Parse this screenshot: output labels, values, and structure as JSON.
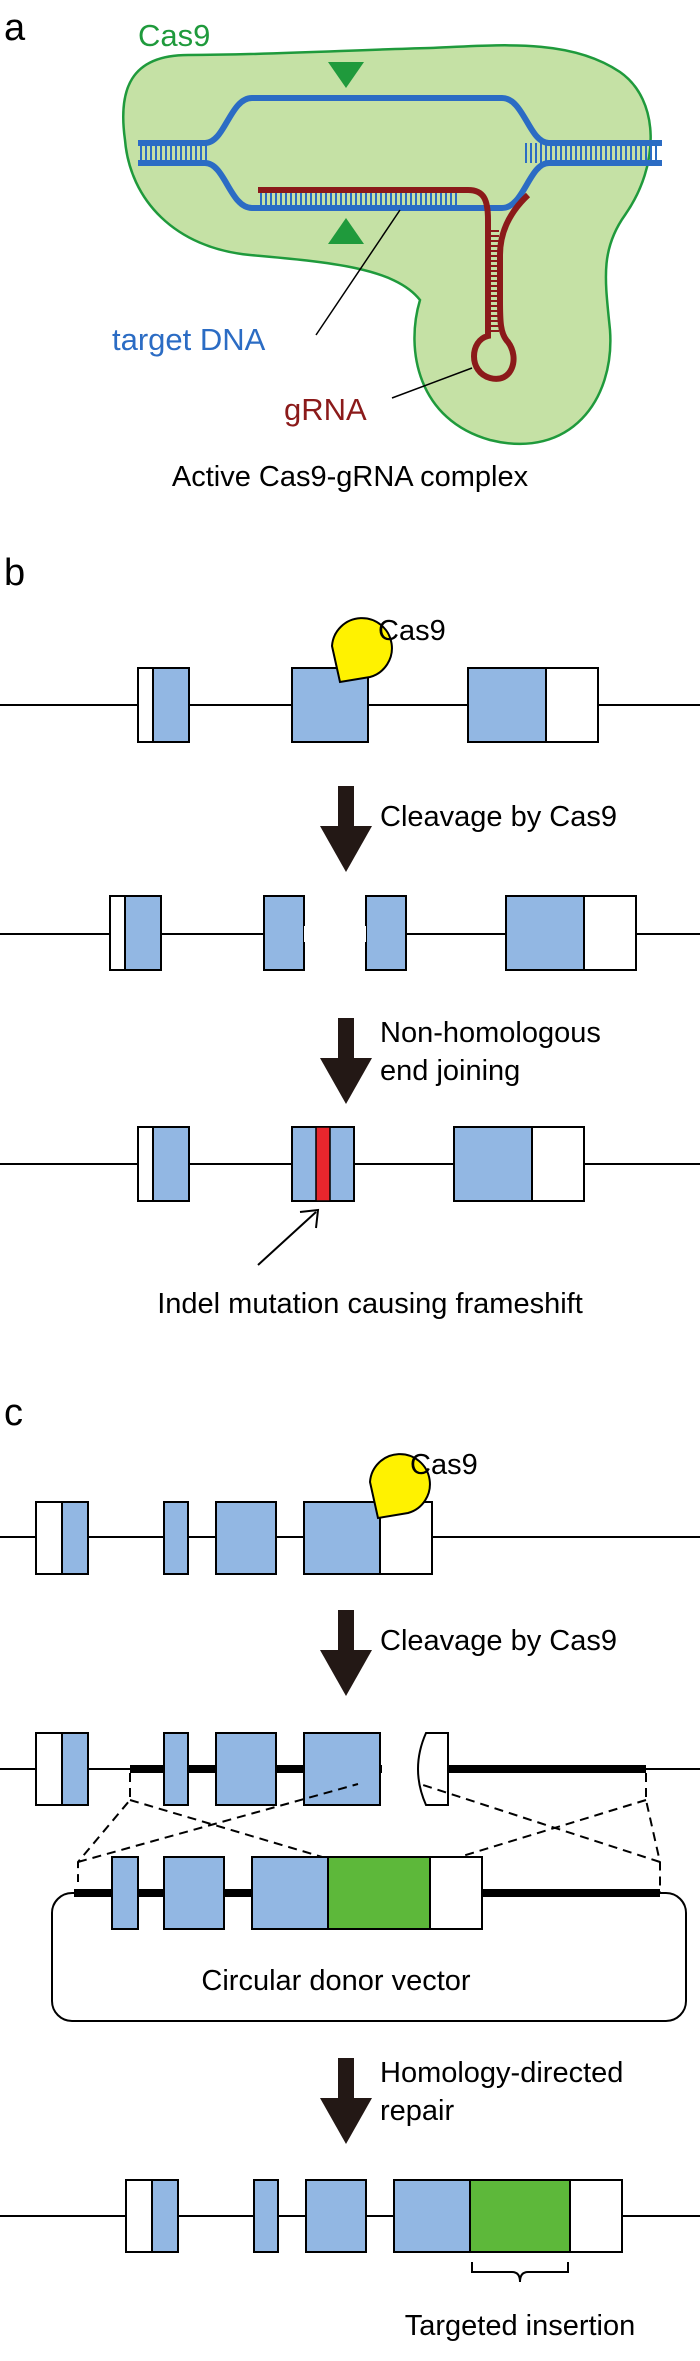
{
  "colors": {
    "cas9_fill": "#c5e1a5",
    "cas9_stroke": "#1f9a3c",
    "dna_blue": "#2b6cc4",
    "rna_red": "#8b1a1a",
    "exon_blue": "#92b7e3",
    "insert_green": "#5db83a",
    "indel_red": "#e8262d",
    "cas9_yellow": "#fff200",
    "arrow": "#231815"
  },
  "panel_a": {
    "letter": "a",
    "cas9_label": "Cas9",
    "target_dna_label": "target DNA",
    "grna_label": "gRNA",
    "caption": "Active Cas9-gRNA complex"
  },
  "panel_b": {
    "letter": "b",
    "cas9_label": "Cas9",
    "step1": "Cleavage by Cas9",
    "step2_line1": "Non-homologous",
    "step2_line2": "end joining",
    "indel_label": "Indel mutation causing frameshift"
  },
  "panel_c": {
    "letter": "c",
    "cas9_label": "Cas9",
    "step1": "Cleavage by Cas9",
    "donor_label": "Circular donor vector",
    "step2_line1": "Homology-directed",
    "step2_line2": "repair",
    "insertion_label": "Targeted insertion"
  }
}
